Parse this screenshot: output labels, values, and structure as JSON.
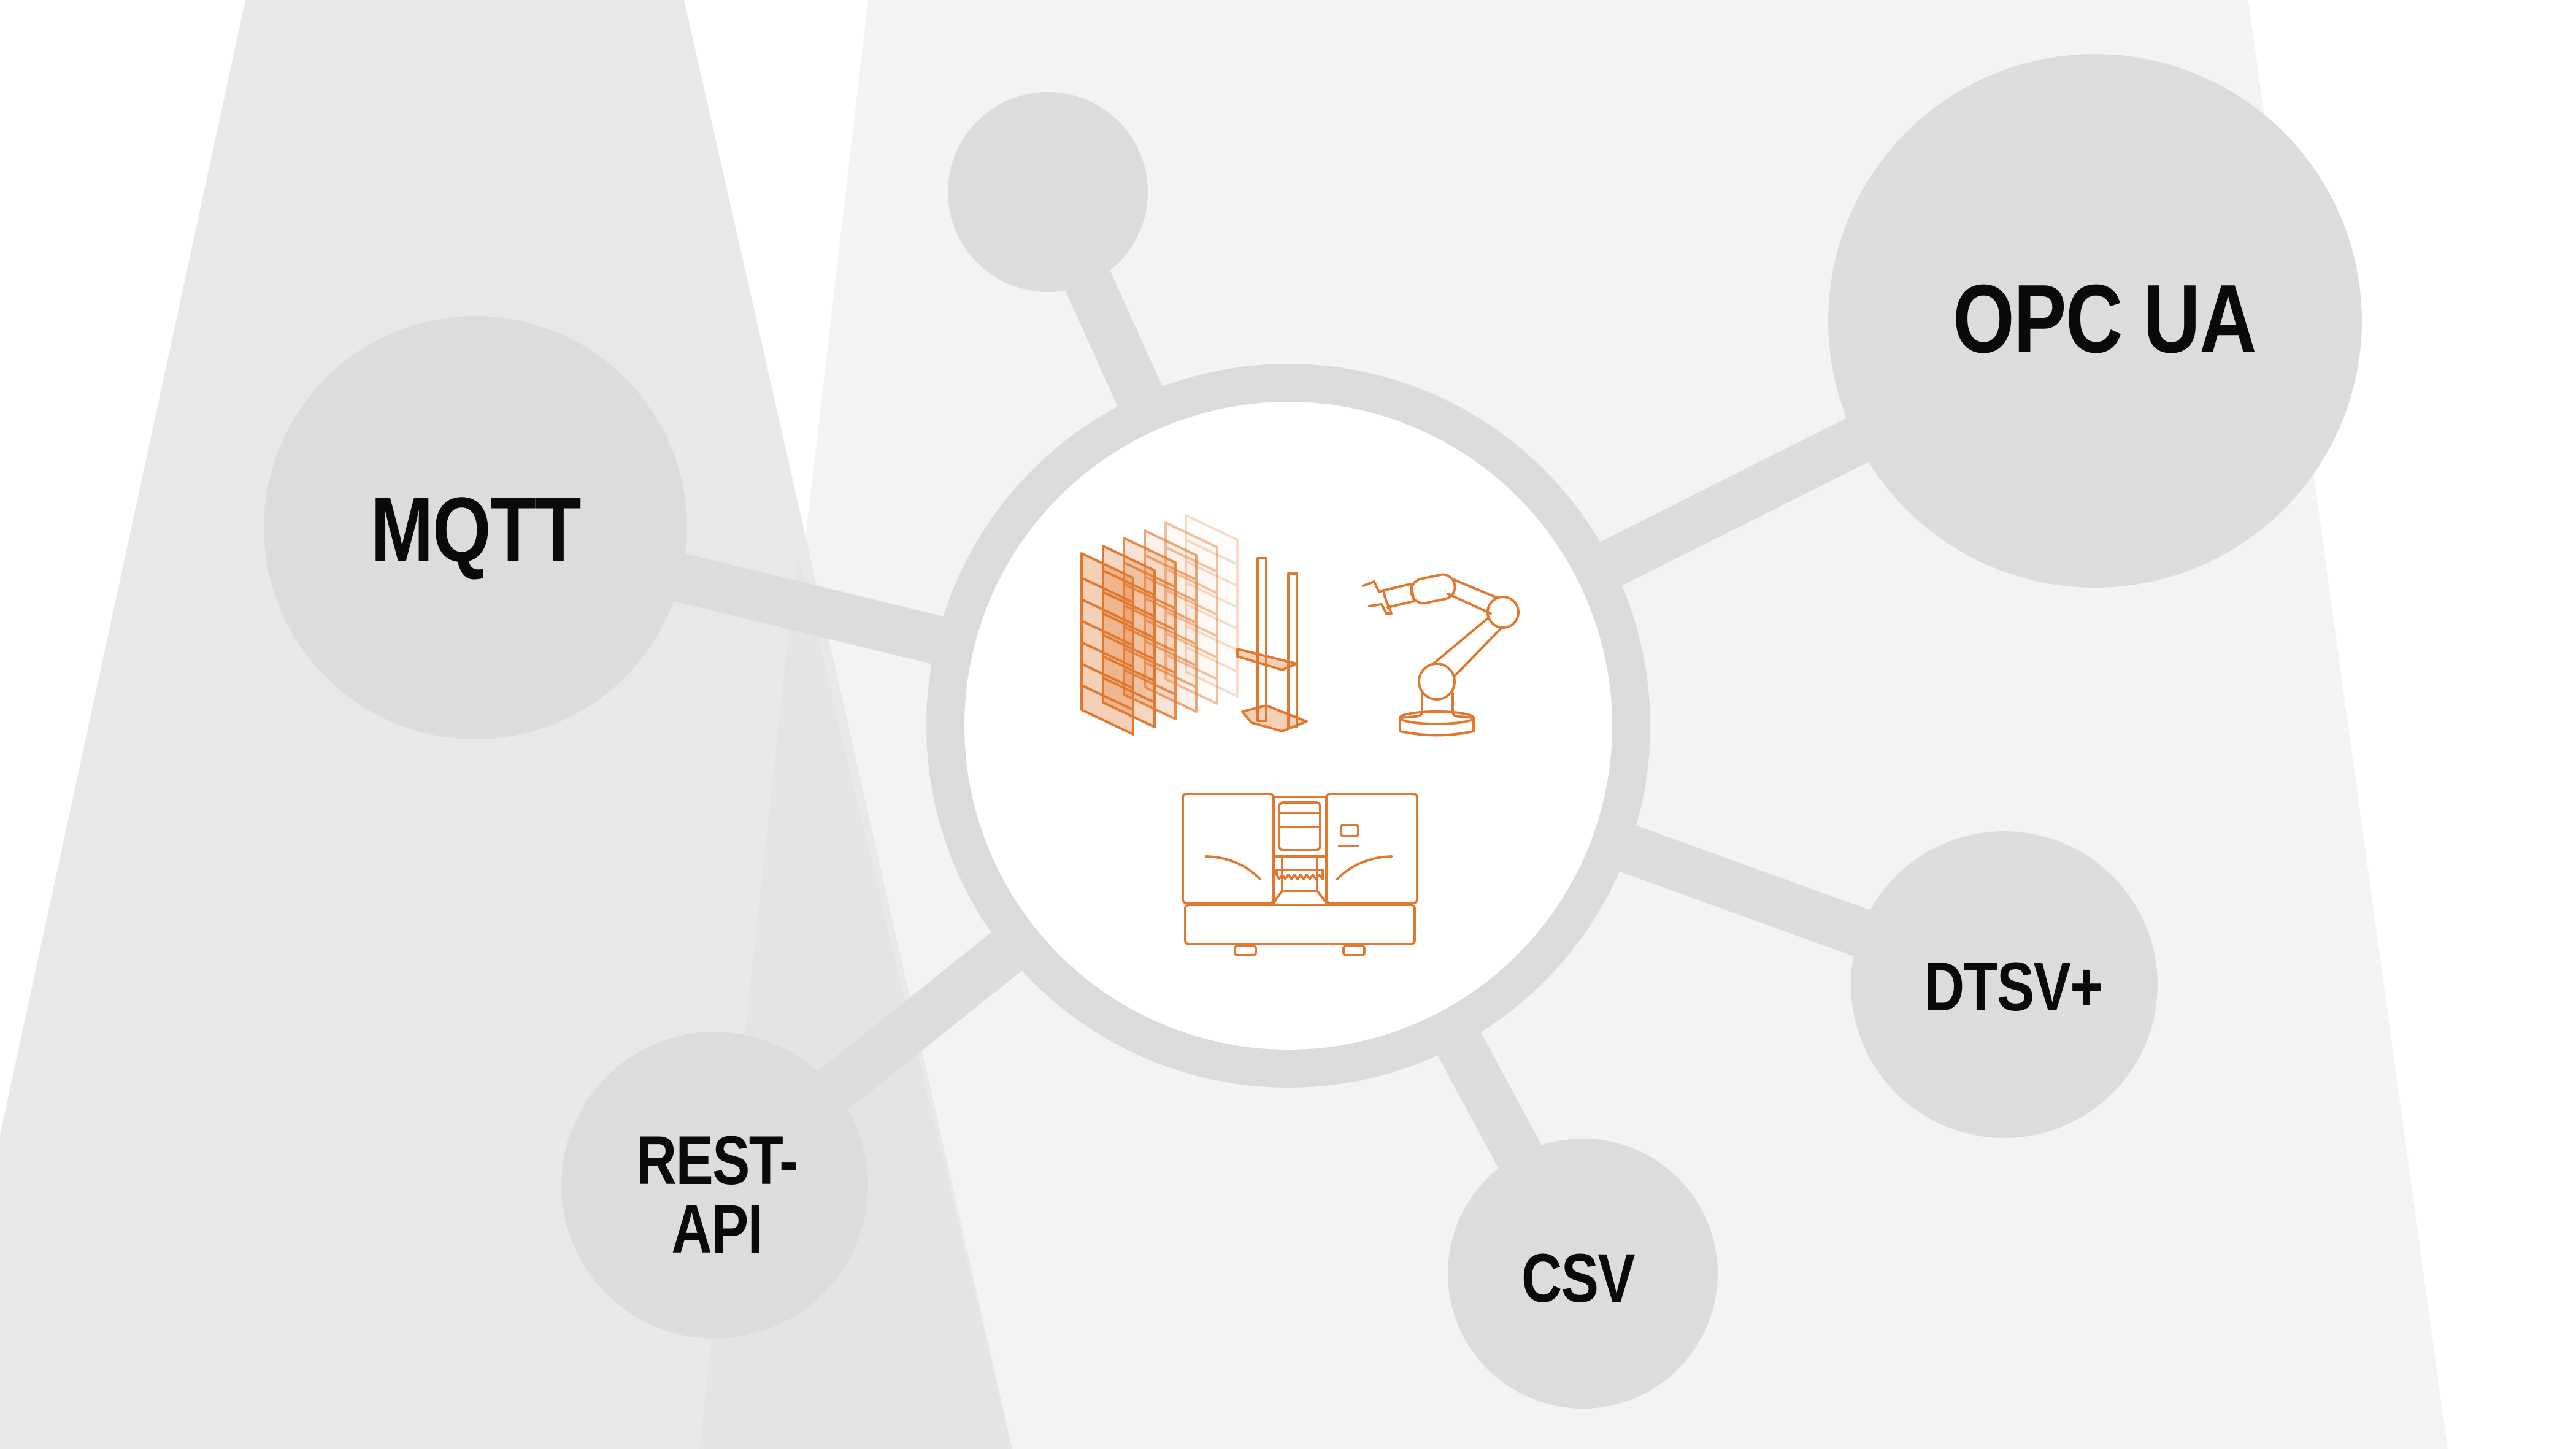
{
  "diagram": {
    "type": "hub-and-spoke",
    "center": {
      "label": "",
      "icons": [
        "high-bay-rack-storage-icon",
        "robot-arm-icon",
        "cnc-machine-icon"
      ]
    },
    "nodes": [
      {
        "id": "mqtt",
        "label": "MQTT"
      },
      {
        "id": "opc-ua",
        "label": "OPC UA"
      },
      {
        "id": "dtsv-plus",
        "label": "DTSV+"
      },
      {
        "id": "csv",
        "label": "CSV"
      },
      {
        "id": "rest-api",
        "line1": "REST-",
        "line2": "API"
      },
      {
        "id": "unlabeled-top",
        "label": ""
      }
    ]
  },
  "colors": {
    "background": "#ffffff",
    "band_left": "#e8e9e7",
    "band_middle": "#f3f3f1",
    "band_overlap": "#e4e5e3",
    "node_fill": "#dcdddb",
    "hub_ring": "#dadbda",
    "hub_fill": "#ffffff",
    "icon_stroke": "#e0782f",
    "text": "#0a0a0a"
  }
}
